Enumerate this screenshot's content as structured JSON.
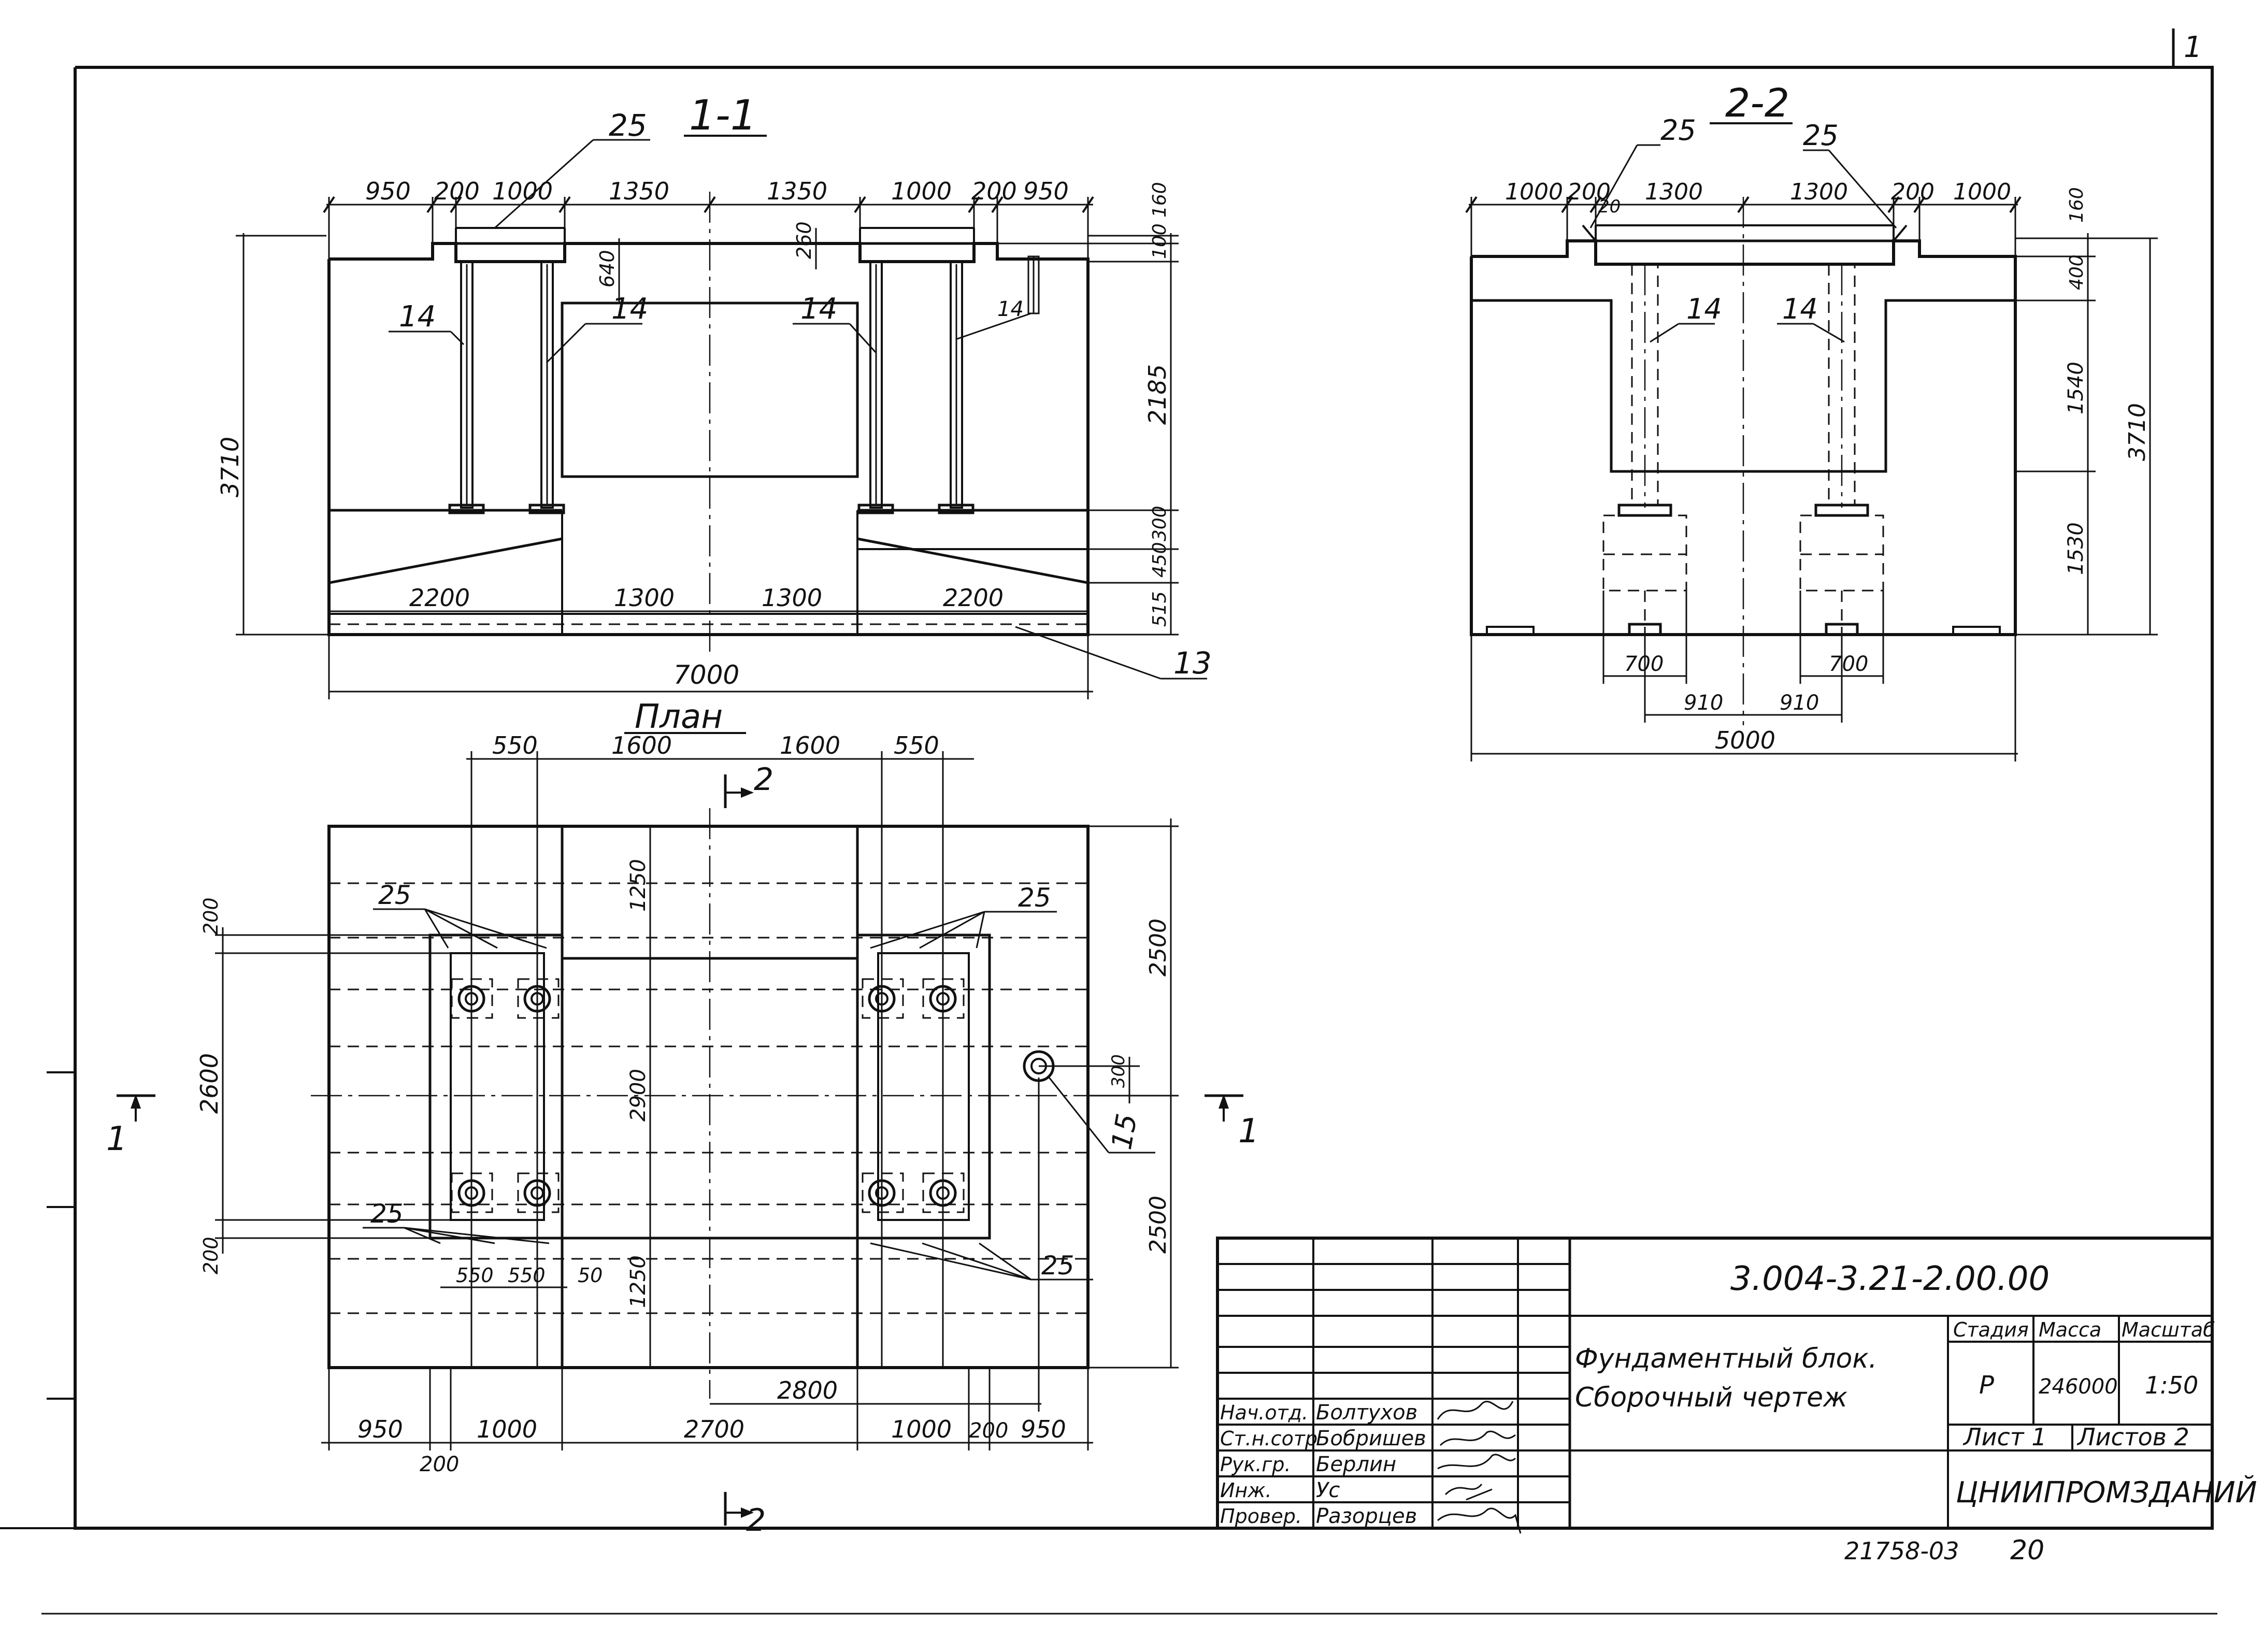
{
  "sheet_number": "1",
  "section_1": {
    "title": "1-1",
    "top_dims": [
      "950",
      "200",
      "1000",
      "1350",
      "1350",
      "1000",
      "200",
      "950"
    ],
    "right_dims": [
      "160",
      "100",
      "2185",
      "300",
      "450",
      "515"
    ],
    "inner_dims": [
      "260",
      "640"
    ],
    "left_dim": "3710",
    "bottom_dims": [
      "2200",
      "1300",
      "1300",
      "2200"
    ],
    "overall": "7000",
    "labels": [
      "25",
      "14",
      "14",
      "14",
      "14",
      "13"
    ]
  },
  "section_2": {
    "title": "2-2",
    "top_dims": [
      "1000",
      "200",
      "20",
      "1300",
      "1300",
      "200",
      "1000"
    ],
    "right_dims": [
      "160",
      "400",
      "1540",
      "1530"
    ],
    "right_overall": "3710",
    "bottom_dims": [
      "700",
      "700",
      "910",
      "910"
    ],
    "overall": "5000",
    "labels": [
      "25",
      "25",
      "14",
      "14"
    ]
  },
  "plan": {
    "title": "План",
    "top_dims": [
      "550",
      "1600",
      "1600",
      "550"
    ],
    "left_dims": [
      "200",
      "2600",
      "200"
    ],
    "right_dims": [
      "2500",
      "300",
      "2500"
    ],
    "inner_dims": [
      "1250",
      "2900",
      "1250"
    ],
    "bottom_inner": [
      "550",
      "550",
      "50"
    ],
    "bottom_dims": [
      "950",
      "200",
      "1000",
      "2700",
      "1000",
      "200",
      "950"
    ],
    "overall_inner": "2800",
    "labels": [
      "25",
      "25",
      "25",
      "25",
      "15"
    ],
    "section_marks": [
      "1",
      "1",
      "2",
      "2"
    ]
  },
  "title_block": {
    "doc_code": "3.004-3.21-2.00.00",
    "title_line1": "Фундаментный блок.",
    "title_line2": "Сборочный чертеж",
    "col_stage": "Стадия",
    "col_mass": "Масса",
    "col_scale": "Масштаб",
    "stage": "Р",
    "mass": "246000",
    "scale": "1:50",
    "sheet": "Лист 1",
    "sheets": "Листов 2",
    "org": "ЦНИИПРОМЗДАНИЙ",
    "roles": [
      "Нач.отд.",
      "Ст.н.сотр",
      "Рук.гр.",
      "Инж.",
      "Провер."
    ],
    "names": [
      "Болтухов",
      "Бобришев",
      "Берлин",
      "Ус",
      "Разорцев"
    ],
    "signatures": [
      "Болт",
      "Бобр",
      "Берл",
      "Ус",
      "Раз"
    ]
  },
  "footer": {
    "archive_no": "21758-03",
    "page": "20"
  }
}
